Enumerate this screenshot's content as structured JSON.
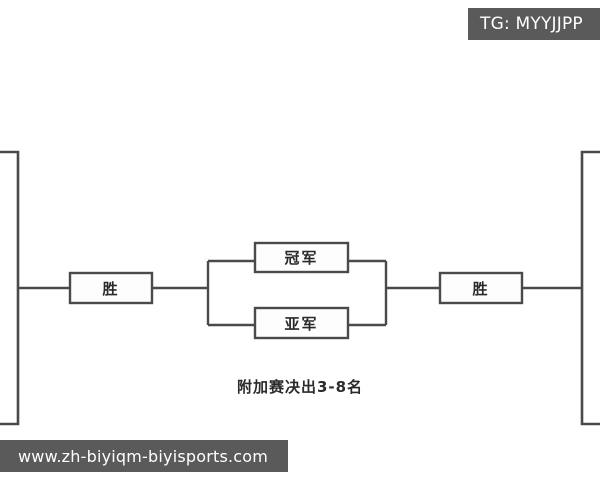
{
  "badges": {
    "tg": "TG: MYYJJPP",
    "site": "www.zh-biyiqm-biyisports.com"
  },
  "colors": {
    "background": "#ffffff",
    "badge_background": "#5a5a5a",
    "badge_text": "#ffffff",
    "line": "#4a4a4a",
    "box_fill": "#fdfdfd",
    "text": "#2a2a2a"
  },
  "diagram": {
    "caption": "附加赛决出3-8名",
    "nodes": {
      "win_left": "胜",
      "win_right": "胜",
      "champion": "冠军",
      "runner_up": "亚军"
    }
  }
}
